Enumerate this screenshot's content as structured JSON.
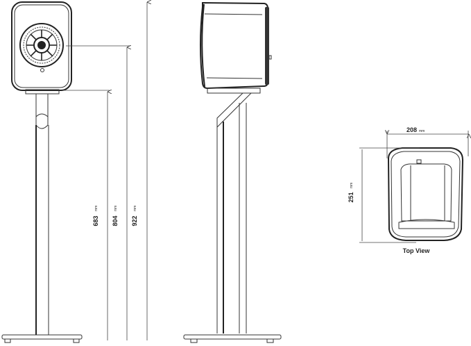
{
  "dimensions": {
    "height_top_plate": {
      "value": "683",
      "unit": "mm"
    },
    "height_driver_center": {
      "value": "804",
      "unit": "mm"
    },
    "height_total": {
      "value": "922",
      "unit": "mm"
    },
    "top_width": {
      "value": "208",
      "unit": "mm"
    },
    "top_depth": {
      "value": "251",
      "unit": "mm"
    }
  },
  "top_view_label": "Top View"
}
